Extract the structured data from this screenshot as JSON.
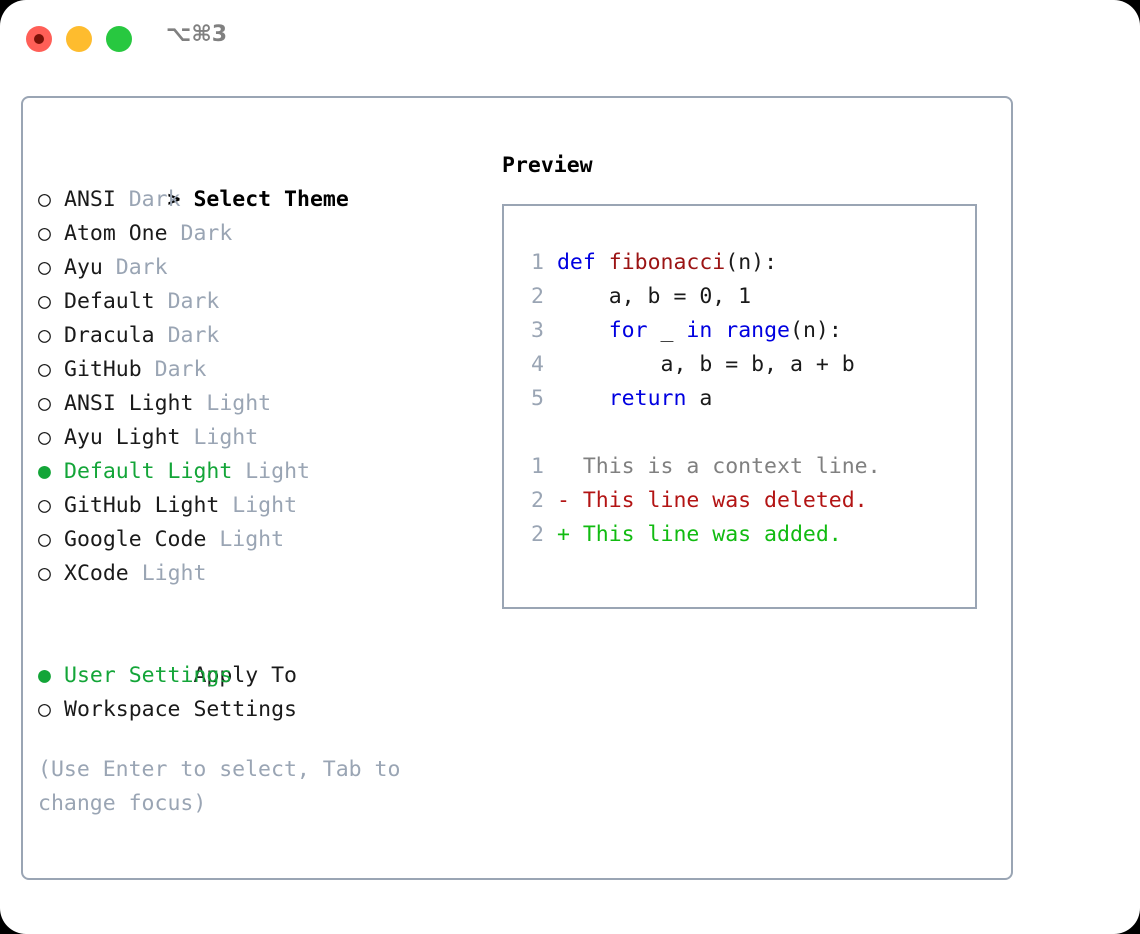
{
  "titlebar": {
    "shortcut": "⌥⌘3",
    "buttons": {
      "close": "close",
      "minimize": "minimize",
      "maximize": "maximize"
    }
  },
  "theme_section": {
    "header_prefix": "> ",
    "header": "Select Theme",
    "bullet_selected": "●",
    "bullet_unselected": "○",
    "items": [
      {
        "label": "ANSI",
        "tag": "Dark",
        "selected": false
      },
      {
        "label": "Atom One",
        "tag": "Dark",
        "selected": false
      },
      {
        "label": "Ayu",
        "tag": "Dark",
        "selected": false
      },
      {
        "label": "Default",
        "tag": "Dark",
        "selected": false
      },
      {
        "label": "Dracula",
        "tag": "Dark",
        "selected": false
      },
      {
        "label": "GitHub",
        "tag": "Dark",
        "selected": false
      },
      {
        "label": "ANSI Light",
        "tag": "Light",
        "selected": false
      },
      {
        "label": "Ayu Light",
        "tag": "Light",
        "selected": false
      },
      {
        "label": "Default Light",
        "tag": "Light",
        "selected": true
      },
      {
        "label": "GitHub Light",
        "tag": "Light",
        "selected": false
      },
      {
        "label": "Google Code",
        "tag": "Light",
        "selected": false
      },
      {
        "label": "XCode",
        "tag": "Light",
        "selected": false
      }
    ]
  },
  "apply_section": {
    "header": "Apply To",
    "items": [
      {
        "label": "User Settings",
        "selected": true
      },
      {
        "label": "Workspace Settings",
        "selected": false
      }
    ]
  },
  "hint": "(Use Enter to select, Tab to change focus)",
  "preview": {
    "title": "Preview",
    "code_lines": [
      {
        "num": "1",
        "tokens": [
          {
            "t": "def",
            "c": "kw"
          },
          {
            "t": " ",
            "c": "plain"
          },
          {
            "t": "fibonacci",
            "c": "fn"
          },
          {
            "t": "(n):",
            "c": "plain"
          }
        ]
      },
      {
        "num": "2",
        "tokens": [
          {
            "t": "    a, b = 0, 1",
            "c": "plain"
          }
        ]
      },
      {
        "num": "3",
        "tokens": [
          {
            "t": "    ",
            "c": "plain"
          },
          {
            "t": "for",
            "c": "kw"
          },
          {
            "t": " _ ",
            "c": "plain"
          },
          {
            "t": "in",
            "c": "kw"
          },
          {
            "t": " ",
            "c": "plain"
          },
          {
            "t": "range",
            "c": "kw"
          },
          {
            "t": "(n):",
            "c": "plain"
          }
        ]
      },
      {
        "num": "4",
        "tokens": [
          {
            "t": "        a, b = b, a + b",
            "c": "plain"
          }
        ]
      },
      {
        "num": "5",
        "tokens": [
          {
            "t": "    ",
            "c": "plain"
          },
          {
            "t": "return",
            "c": "kw"
          },
          {
            "t": " a",
            "c": "plain"
          }
        ]
      }
    ],
    "diff_lines": [
      {
        "num": "1",
        "text": "  This is a context line.",
        "kind": "diff-ctx"
      },
      {
        "num": "2",
        "text": "- This line was deleted.",
        "kind": "diff-del"
      },
      {
        "num": "2",
        "text": "+ This line was added.",
        "kind": "diff-add"
      }
    ]
  },
  "colors": {
    "accent_green": "#13a538",
    "muted": "#9aa5b4",
    "keyword": "#0000e0",
    "function": "#9b1414",
    "diff_deleted": "#b31414",
    "diff_added": "#11bb11",
    "border": "#9aa5b4"
  }
}
